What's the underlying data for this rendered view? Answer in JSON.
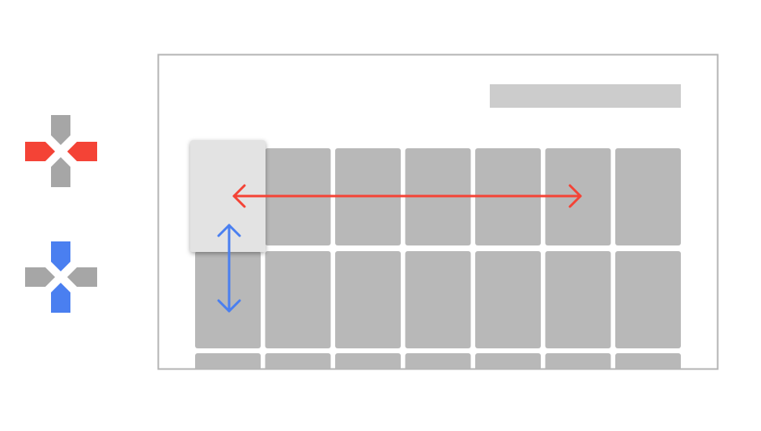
{
  "colors": {
    "background": "#ffffff",
    "frame_border": "#b4b4b4",
    "header_bar": "#cccccc",
    "tile": "#b8b8b8",
    "focused_tile": "#e3e3e3",
    "dpad_neutral": "#a6a6a6",
    "horizontal_accent": "#f44336",
    "vertical_accent": "#4a7ff0"
  },
  "icons": {
    "horizontal_dpad": "dpad-left-right-highlighted-icon",
    "vertical_dpad": "dpad-up-down-highlighted-icon",
    "horizontal_arrow": "double-headed-horizontal-arrow",
    "vertical_arrow": "double-headed-vertical-arrow"
  },
  "grid": {
    "columns": 7,
    "visible_rows": 3,
    "focused_tile": {
      "row": 1,
      "column": 1
    }
  }
}
